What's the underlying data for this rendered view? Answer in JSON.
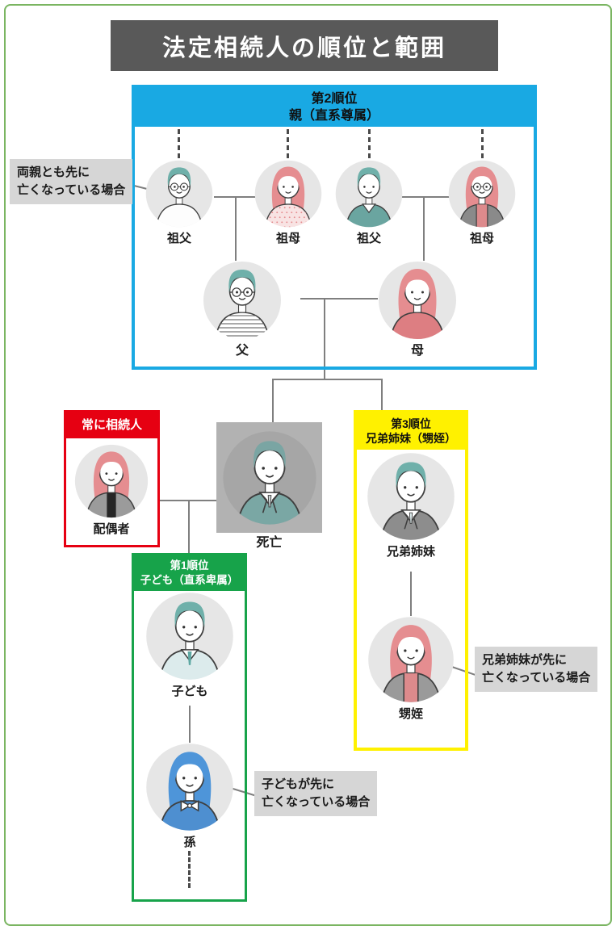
{
  "title": "法定相続人の順位と範囲",
  "colors": {
    "accent_blue": "#19a9e3",
    "accent_red": "#e60012",
    "accent_green": "#17a34a",
    "accent_yellow": "#fff100",
    "title_bg": "#595959",
    "page_border": "#7ab561",
    "note_bg": "#d6d6d6",
    "connector": "#7f7f7f"
  },
  "boxes": {
    "second": {
      "line1": "第2順位",
      "line2": "親（直系尊属）"
    },
    "always": {
      "line1": "常に相続人"
    },
    "first": {
      "line1": "第1順位",
      "line2": "子ども（直系卑属）"
    },
    "third": {
      "line1": "第3順位",
      "line2": "兄弟姉妹（甥姪）"
    }
  },
  "people": [
    {
      "id": "grandfather-left",
      "label": "祖父",
      "style": "m",
      "hair": "#6fb0aa",
      "cloth": "#fdfdfd",
      "glasses": true,
      "deco": []
    },
    {
      "id": "grandmother-left",
      "label": "祖母",
      "style": "f",
      "hair": "#e58d90",
      "cloth": "#f8e3e3",
      "glasses": false,
      "deco": [
        "dots"
      ],
      "accent": "#e58d90"
    },
    {
      "id": "grandfather-right",
      "label": "祖父",
      "style": "m",
      "hair": "#6fb0aa",
      "cloth": "#6aa5a0",
      "glasses": false,
      "deco": [
        "vneck"
      ]
    },
    {
      "id": "grandmother-right",
      "label": "祖母",
      "style": "f",
      "hair": "#e58d90",
      "cloth": "#8a8a8a",
      "glasses": true,
      "deco": [
        "innerpink"
      ],
      "accent": "#dd8a8c"
    },
    {
      "id": "father",
      "label": "父",
      "style": "m",
      "hair": "#6fb0aa",
      "cloth": "#ffffff",
      "glasses": true,
      "deco": [
        "stripes"
      ]
    },
    {
      "id": "mother",
      "label": "母",
      "style": "f",
      "hair": "#e58d90",
      "cloth": "#dd7e82",
      "glasses": false,
      "deco": []
    },
    {
      "id": "spouse",
      "label": "配偶者",
      "style": "f",
      "hair": "#e58d90",
      "cloth": "#9b9b9b",
      "glasses": false,
      "deco": [
        "panel"
      ]
    },
    {
      "id": "deceased",
      "label": "死亡",
      "style": "m",
      "hair": "#7aa5a3",
      "cloth": "#7aa7a4",
      "glasses": false,
      "deco": [
        "suit"
      ],
      "bg": "#a6a6a6",
      "accent": "#cfd8d8"
    },
    {
      "id": "child",
      "label": "子ども",
      "style": "m",
      "hair": "#6fb0aa",
      "cloth": "#dcebec",
      "glasses": false,
      "deco": [
        "vneck",
        "tie"
      ],
      "accent": "#5ea8a3"
    },
    {
      "id": "grandchild",
      "label": "孫",
      "style": "f",
      "hair": "#4e95d9",
      "cloth": "#4e8fd0",
      "glasses": false,
      "deco": [
        "bow"
      ]
    },
    {
      "id": "sibling",
      "label": "兄弟姉妹",
      "style": "m",
      "hair": "#6fb0aa",
      "cloth": "#8d8d8d",
      "glasses": false,
      "deco": [
        "suit"
      ],
      "accent": "#dbe9ea"
    },
    {
      "id": "niece-nephew",
      "label": "甥姪",
      "style": "f",
      "hair": "#e58d90",
      "cloth": "#9a9a9a",
      "glasses": false,
      "deco": [
        "innerpink"
      ],
      "accent": "#dd8a8c"
    }
  ],
  "notes": [
    {
      "line1": "両親とも先に",
      "line2": "亡くなっている場合"
    },
    {
      "line1": "子どもが先に",
      "line2": "亡くなっている場合"
    },
    {
      "line1": "兄弟姉妹が先に",
      "line2": "亡くなっている場合"
    }
  ]
}
